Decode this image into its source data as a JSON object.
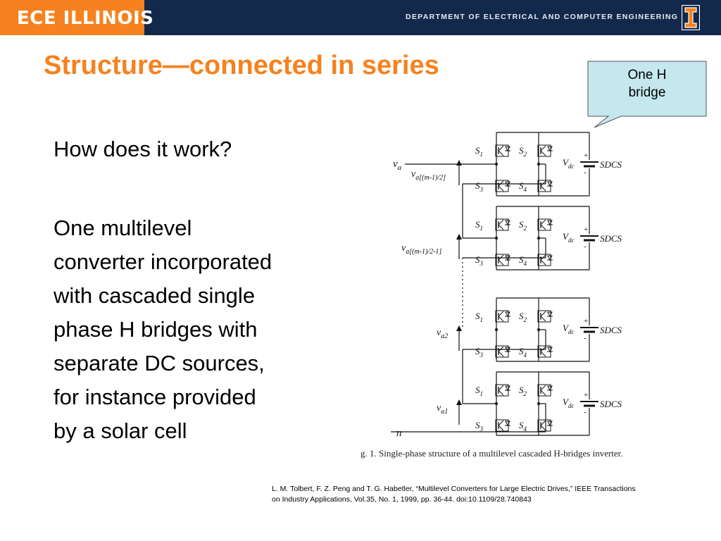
{
  "header": {
    "brand": "ECE ILLINOIS",
    "department": "DEPARTMENT OF ELECTRICAL AND COMPUTER ENGINEERING",
    "logo_icon": "block-i-logo"
  },
  "slide": {
    "title": "Structure—connected in series",
    "callout": {
      "line1": "One H",
      "line2": "bridge"
    },
    "question": "How does it work?",
    "paragraph_lines": [
      "One multilevel",
      "converter incorporated",
      "with cascaded single",
      "phase H bridges with",
      "separate DC sources,",
      "for instance provided",
      "by a solar cell"
    ]
  },
  "figure": {
    "caption": "g. 1.   Single-phase structure of a multilevel cascaded H-bridges inverter.",
    "node_va_main": "v",
    "node_va_sub": "a",
    "node_n": "n",
    "voltages": [
      {
        "main": "v",
        "sub": "a[(m-1)/2]"
      },
      {
        "main": "v",
        "sub": "a[(m-1)/2-1]"
      },
      {
        "main": "v",
        "sub": "a2"
      },
      {
        "main": "v",
        "sub": "a1"
      }
    ],
    "switches": {
      "s1_main": "S",
      "s1_sub": "1",
      "s2_main": "S",
      "s2_sub": "2",
      "s3_main": "S",
      "s3_sub": "3",
      "s4_main": "S",
      "s4_sub": "4"
    },
    "vdc_main": "V",
    "vdc_sub": "dc",
    "source": "SDCS",
    "plus": "+",
    "minus": "-"
  },
  "reference": {
    "line1": "L. M. Tolbert, F. Z. Peng and T. G. Habetler, “Multilevel Converters for Large Electric Drives,” IEEE Transactions",
    "line2": " on Industry Applications, Vol.35, No. 1, 1999, pp. 36-44. doi:10.1109/28.740843"
  },
  "colors": {
    "orange": "#f5821f",
    "navy": "#13294b",
    "callout_fill": "#c5e8ee"
  }
}
